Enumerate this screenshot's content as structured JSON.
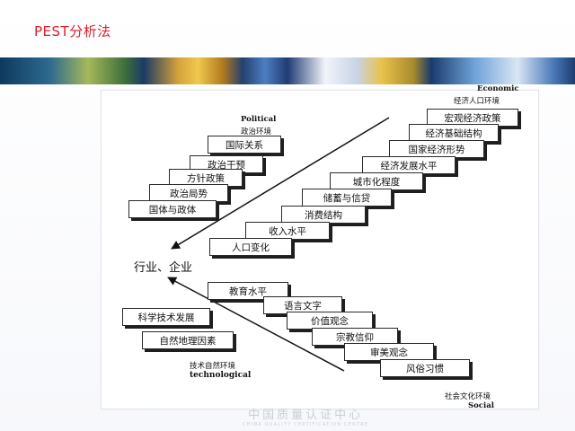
{
  "slide": {
    "title": "PEST分析法"
  },
  "diagram": {
    "center_label": "行业、企业",
    "political": {
      "label_en": "Political",
      "label_cn": "政治环境",
      "items": [
        "国际关系",
        "政治干预",
        "方针政策",
        "政治局势",
        "国体与政体"
      ]
    },
    "economic": {
      "label_en": "Economic",
      "label_cn": "经济人口环境",
      "items": [
        "宏观经济政策",
        "经济基础结构",
        "国家经济形势",
        "经济发展水平",
        "城市化程度",
        "储蓄与信贷",
        "消费结构",
        "收入水平",
        "人口变化"
      ]
    },
    "technological": {
      "label_cn": "技术自然环境",
      "label_en": "technological",
      "items": [
        "科学技术发展",
        "自然地理因素"
      ]
    },
    "social": {
      "label_cn": "社会文化环境",
      "label_en": "Social",
      "items": [
        "教育水平",
        "语言文字",
        "价值观念",
        "宗教信仰",
        "审美观念",
        "风俗习惯"
      ]
    }
  },
  "footer": {
    "logo_cn": "中国质量认证中心",
    "logo_en": "CHINA QUALITY CERTIFICATION CENTRE"
  }
}
